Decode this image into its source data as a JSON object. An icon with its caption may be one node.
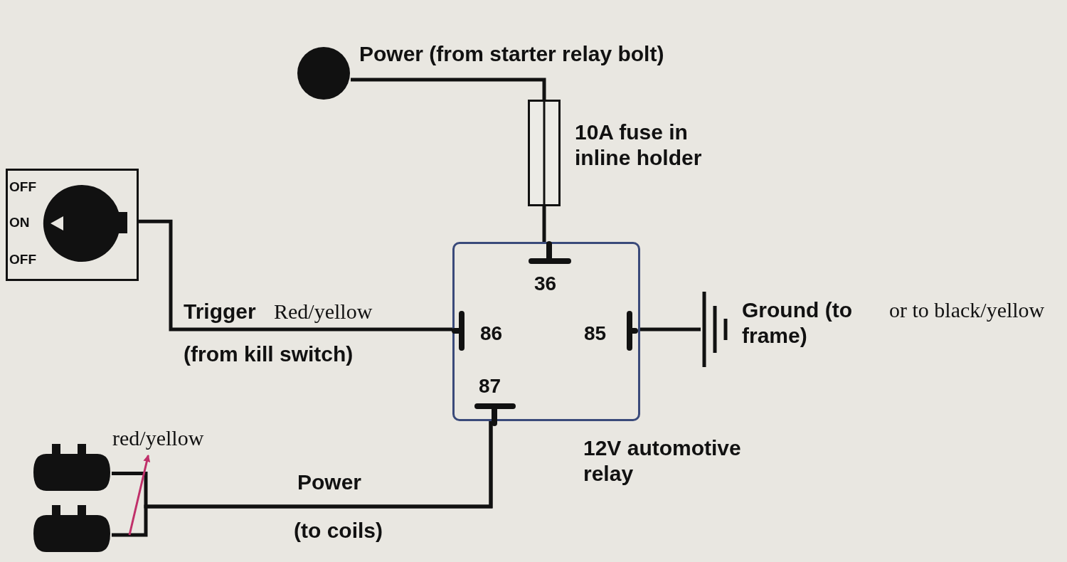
{
  "diagram": {
    "nodes": [
      {
        "text": [],
        "shape": "circle",
        "beside": [
          "Power (from starter relay bolt)"
        ]
      },
      {
        "text": [],
        "shape": "box",
        "beside": [
          "10A fuse in inline holder"
        ]
      },
      {
        "text": [
          "36",
          "86",
          "85",
          "87"
        ],
        "beside": [
          "12V automotive relay"
        ]
      },
      {
        "text": [
          "OFF",
          "ON",
          "OFF"
        ]
      },
      {
        "text": [],
        "shape": "picture",
        "beside": [
          "Ground (to frame)"
        ]
      },
      {
        "text": [],
        "shape": "picture"
      },
      {
        "text": [],
        "shape": "picture"
      },
      {
        "text": [
          "red/yellow"
        ]
      }
    ],
    "edges": [
      {
        "from": 0,
        "to": 1,
        "arrow": "none"
      },
      {
        "from": 1,
        "to": 2,
        "arrow": "none"
      },
      {
        "from": 3,
        "to": 2,
        "arrow": "none",
        "label": "Trigger"
      },
      {
        "from": 2,
        "to": 4,
        "arrow": "none"
      },
      {
        "from": 2,
        "to": 5,
        "arrow": "none",
        "label": "Power"
      },
      {
        "from": 2,
        "to": 6,
        "arrow": "none"
      },
      {
        "from": null,
        "to": 7,
        "arrow": "to",
        "color": "#c0306a"
      }
    ],
    "labels": [
      "Red/yellow",
      "(from kill switch)",
      "or to black/yellow",
      "(to coils)"
    ]
  }
}
